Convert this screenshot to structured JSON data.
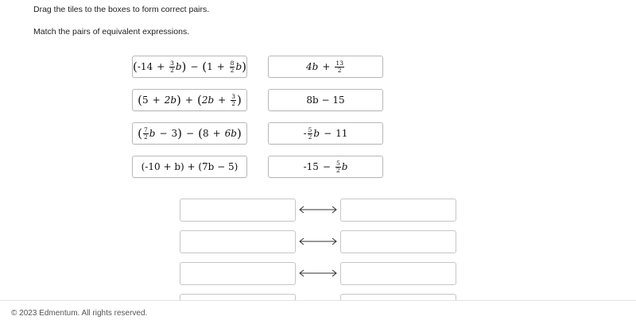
{
  "instructions": "Drag the tiles to the boxes to form correct pairs.",
  "question": "Match the pairs of equivalent expressions.",
  "tiles_left": [
    {
      "a": "-14",
      "b_num": "3",
      "b_den": "2",
      "c": "1",
      "d_num": "8",
      "d_den": "2",
      "var": "b"
    },
    {
      "a": "5",
      "b": "2b",
      "c": "2b",
      "d_num": "3",
      "d_den": "2"
    },
    {
      "a_num": "7",
      "a_den": "2",
      "b": "3",
      "c": "8",
      "d": "6b",
      "var": "b"
    },
    {
      "text": "(-10 + b) + (7b − 5)"
    }
  ],
  "tiles_right": [
    {
      "a": "4b",
      "b_num": "13",
      "b_den": "2"
    },
    {
      "text": "8b − 15"
    },
    {
      "sign": "-",
      "a_num": "5",
      "a_den": "2",
      "var": "b",
      "b": "11"
    },
    {
      "a": "-15",
      "b_num": "5",
      "b_den": "2",
      "var": "b"
    }
  ],
  "pair_rows": 4,
  "footer": "© 2023 Edmentum. All rights reserved."
}
